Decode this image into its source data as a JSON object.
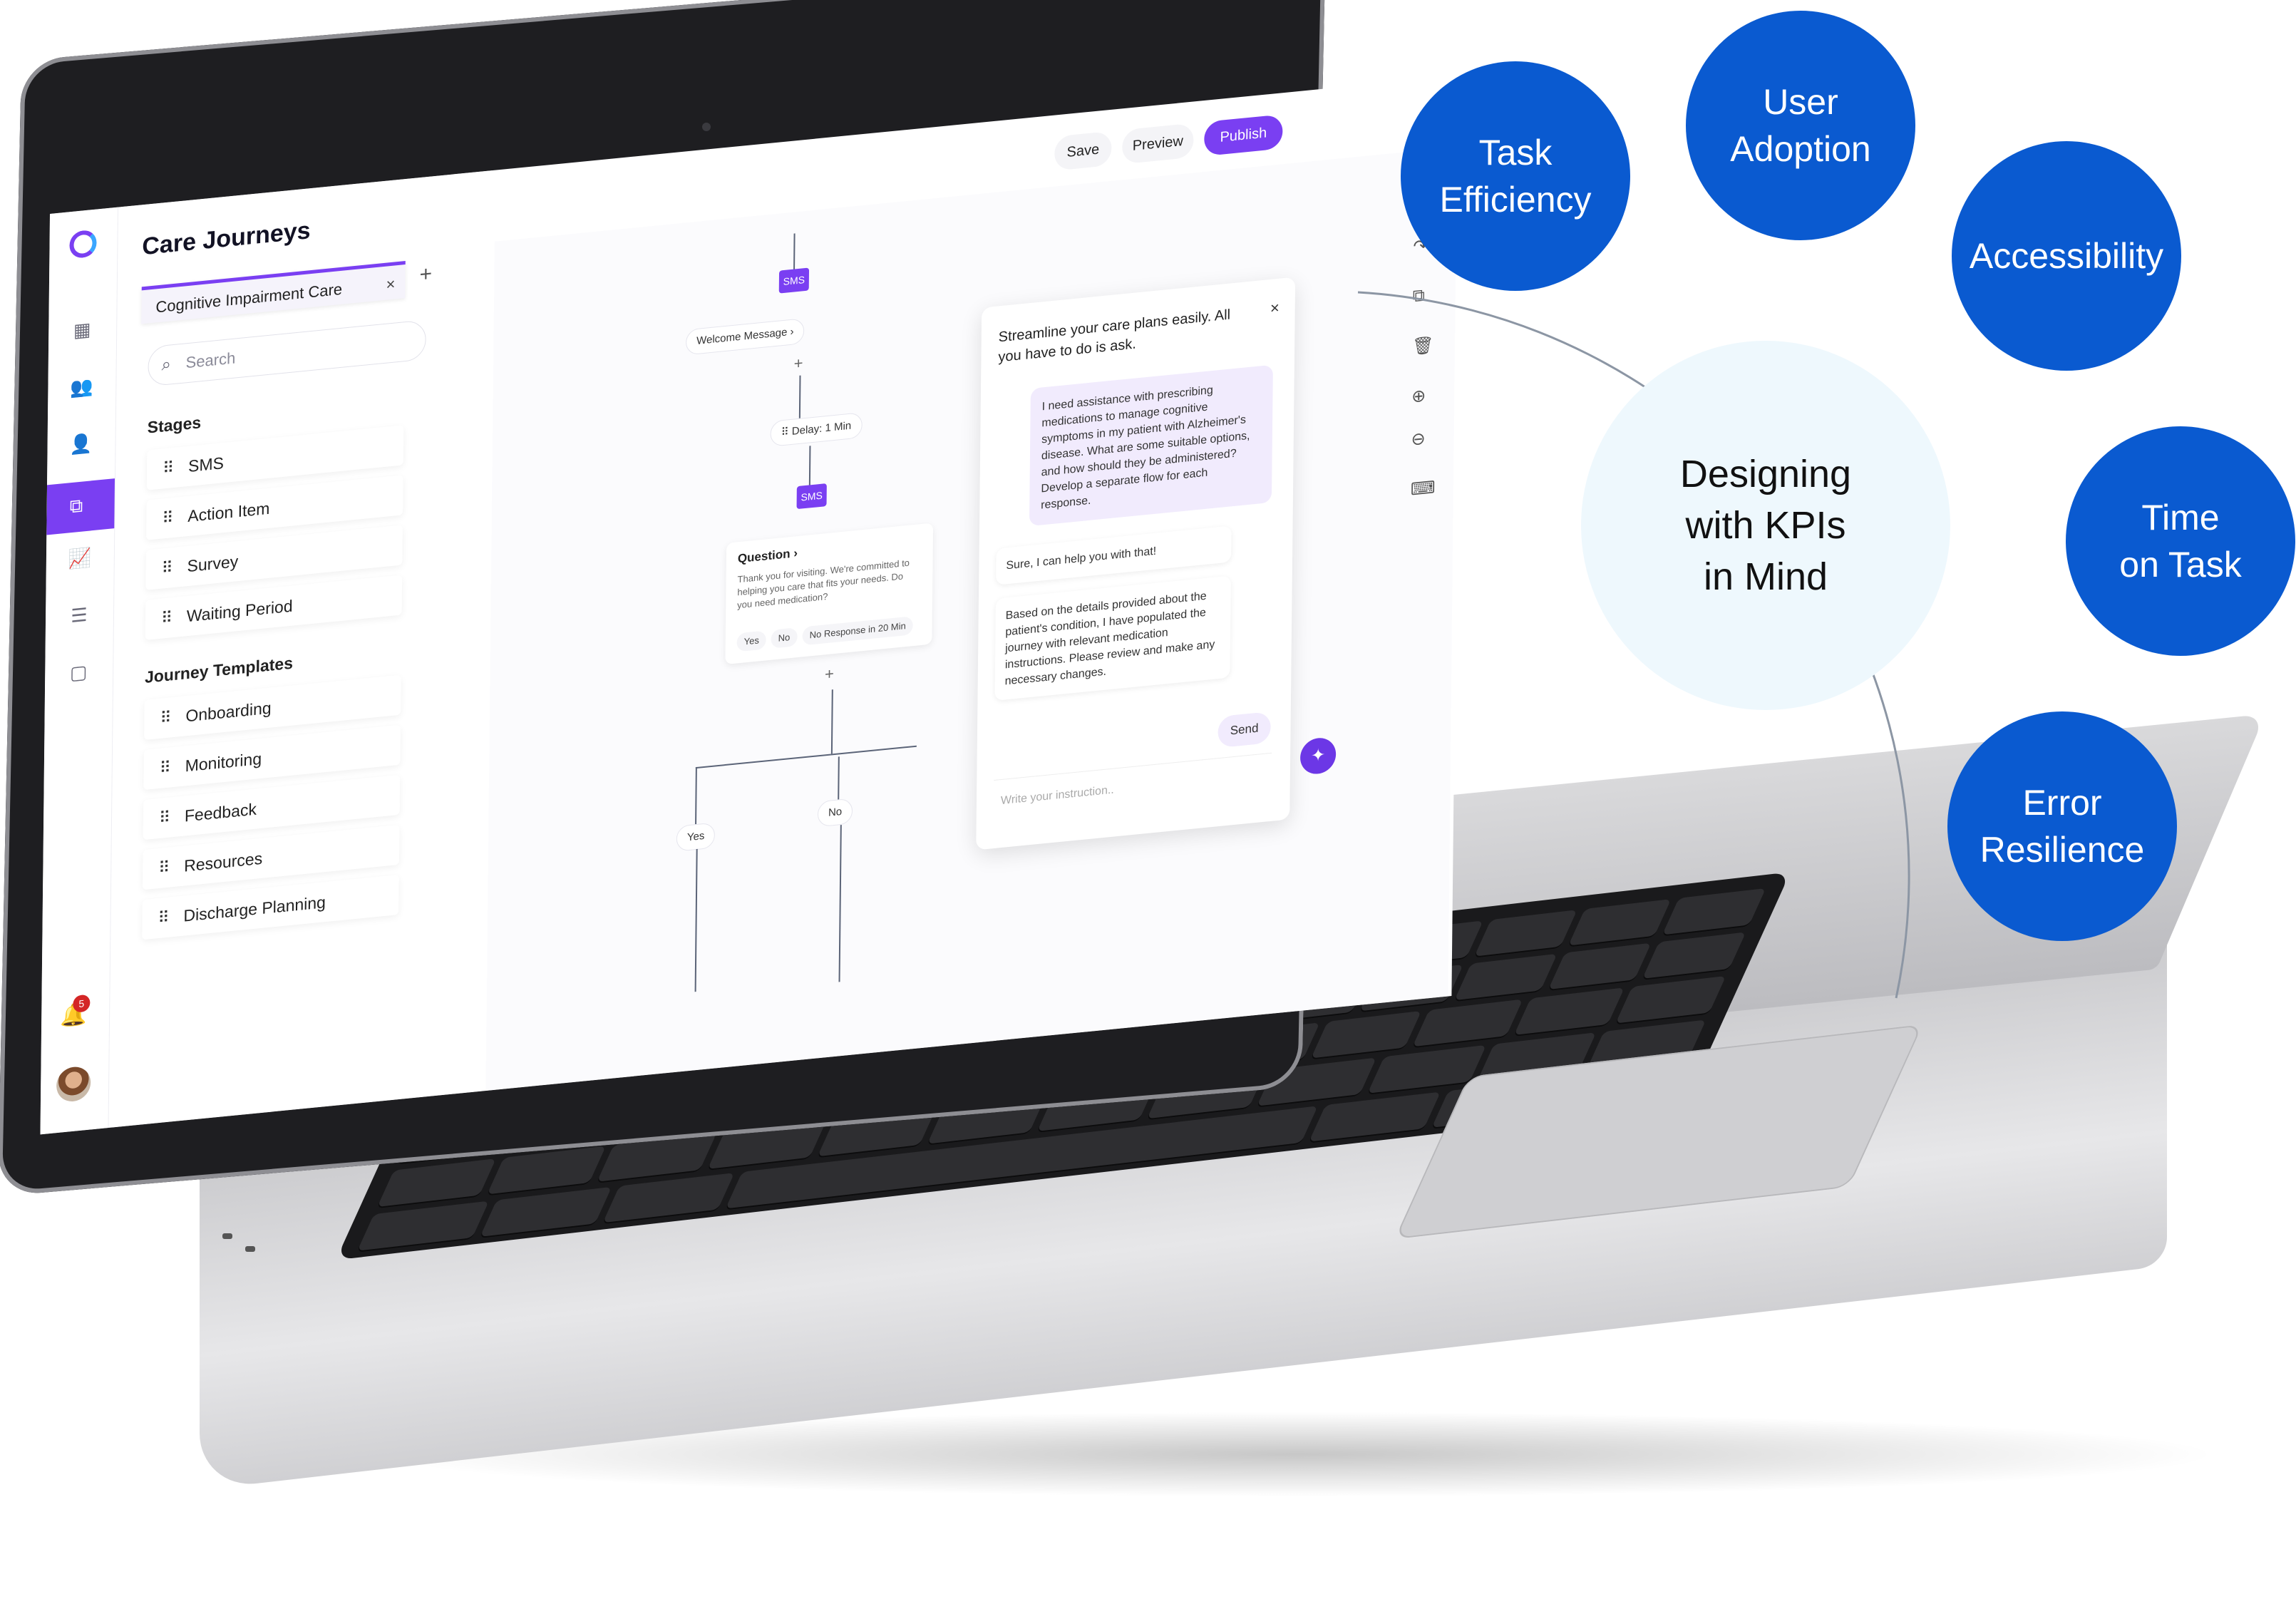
{
  "app": {
    "title": "Care Journeys",
    "tab_label": "Cognitive Impairment Care",
    "search_placeholder": "Search",
    "notification_count": "5"
  },
  "header": {
    "save_label": "Save",
    "preview_label": "Preview",
    "publish_label": "Publish"
  },
  "sidebar": {
    "stages_heading": "Stages",
    "stages": [
      "SMS",
      "Action Item",
      "Survey",
      "Waiting Period"
    ],
    "templates_heading": "Journey Templates",
    "templates": [
      "Onboarding",
      "Monitoring",
      "Feedback",
      "Resources",
      "Discharge Planning"
    ]
  },
  "flow": {
    "node_sms_top": "SMS",
    "welcome_message": "Welcome Message",
    "delay": "Delay: 1 Min",
    "node_sms_mid": "SMS",
    "question_title": "Question",
    "question_body": "Thank you for visiting. We're committed to helping you care that fits your needs. Do you need medication?",
    "options": [
      "Yes",
      "No",
      "No Response in 20 Min"
    ],
    "branch_yes": "Yes",
    "branch_no": "No"
  },
  "chat": {
    "heading": "Streamline your care plans easily. All you have to do is ask.",
    "user_message": "I need assistance with prescribing medications to manage cognitive symptoms in my patient with Alzheimer's disease. What are some suitable options, and how should they be administered? Develop a separate flow for each response.",
    "ai_reply_1": "Sure, I can help you with that!",
    "ai_reply_2": "Based on the details provided about the patient's condition, I have populated the journey with relevant medication instructions. Please review and make any necessary changes.",
    "input_placeholder": "Write your instruction..",
    "send_label": "Send"
  },
  "kpis": {
    "center": [
      "Designing",
      "with KPIs",
      "in Mind"
    ],
    "items": [
      [
        "Task",
        "Efficiency"
      ],
      [
        "User",
        "Adoption"
      ],
      [
        "Accessibility"
      ],
      [
        "Time",
        "on Task"
      ],
      [
        "Error",
        "Resilience"
      ]
    ],
    "color": "#0a5ad0",
    "center_bg": "#eef8fd"
  },
  "colors": {
    "accent": "#7a3ff2"
  }
}
